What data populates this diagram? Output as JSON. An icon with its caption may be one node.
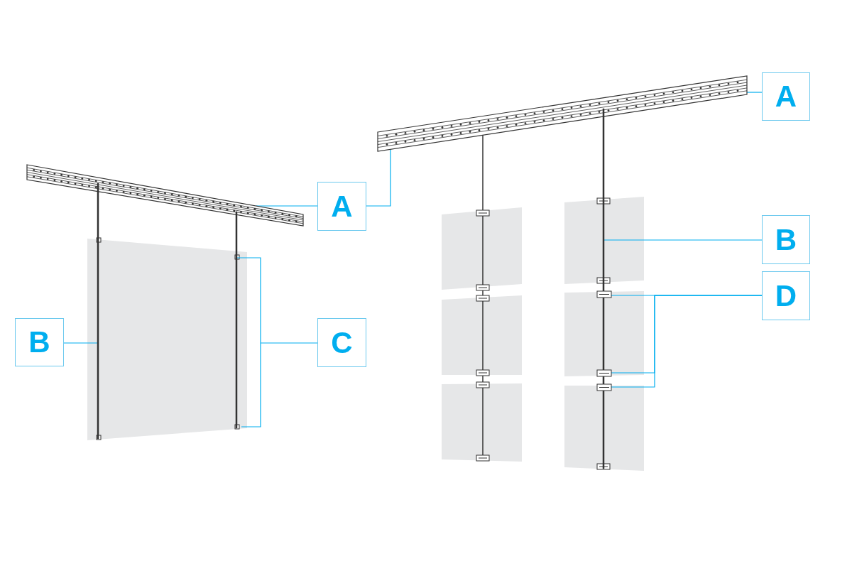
{
  "diagram": {
    "nodes": [
      {
        "text": [
          "A"
        ]
      },
      {
        "text": [
          "B"
        ]
      },
      {
        "text": [
          "C"
        ]
      },
      {
        "text": [
          "A"
        ]
      },
      {
        "text": [
          "B"
        ]
      },
      {
        "text": [
          "D"
        ]
      },
      {
        "text": [],
        "shape": "bar"
      },
      {
        "text": [],
        "shape": "bar"
      },
      {
        "text": [],
        "shape": "bar"
      },
      {
        "text": [],
        "shape": "bar"
      },
      {
        "text": [],
        "shape": "bar"
      },
      {
        "text": [],
        "shape": "box"
      },
      {
        "text": [],
        "shape": "box"
      },
      {
        "text": [],
        "shape": "box"
      }
    ],
    "edges": [
      {
        "from": 0,
        "to": 6,
        "arrow": "none"
      },
      {
        "from": 0,
        "to": 9,
        "arrow": "none"
      },
      {
        "from": 1,
        "to": 7,
        "arrow": "none"
      },
      {
        "from": 2,
        "to": 8,
        "arrow": "none"
      },
      {
        "from": 3,
        "to": 9,
        "arrow": "none"
      },
      {
        "from": 4,
        "to": 10,
        "arrow": "none"
      },
      {
        "from": 5,
        "to": 11,
        "arrow": "none"
      },
      {
        "from": 5,
        "to": 12,
        "arrow": "none"
      },
      {
        "from": 5,
        "to": 13,
        "arrow": "none"
      }
    ]
  }
}
